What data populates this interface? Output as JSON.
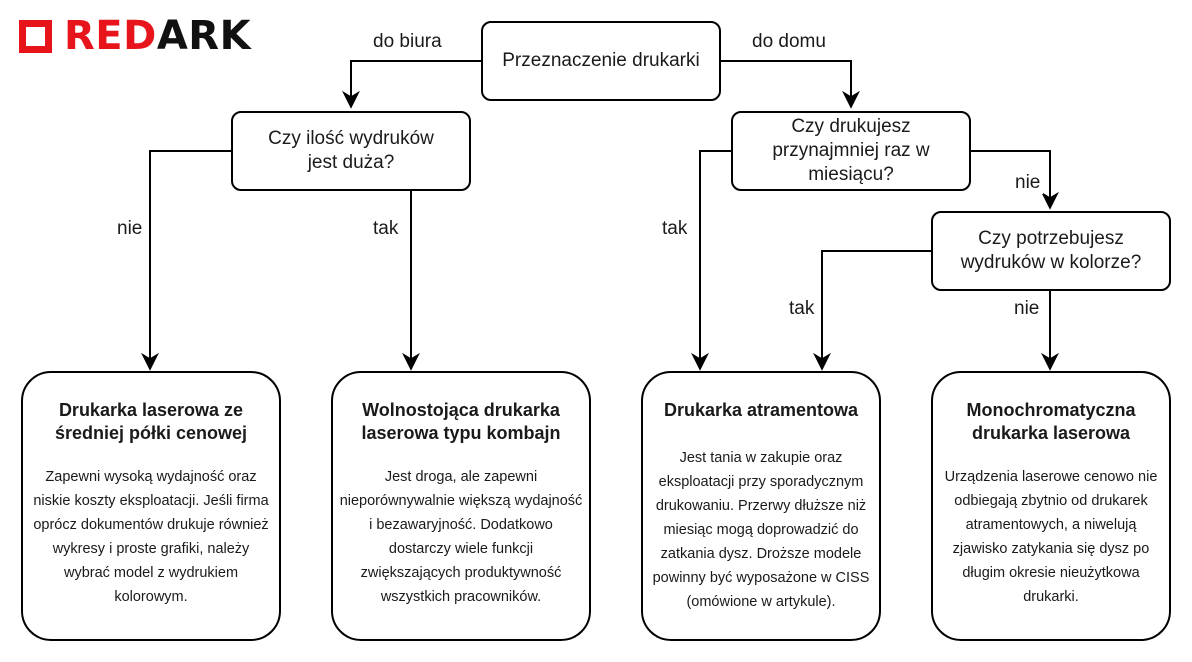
{
  "brand": {
    "red_part": "RED",
    "black_part": "ARK",
    "accent": "#e8141b"
  },
  "nodes": {
    "root": "Przeznaczenie drukarki",
    "q_volume": "Czy ilość wydruków jest duża?",
    "q_monthly": "Czy drukujesz przynajmniej raz w miesiącu?",
    "q_color": "Czy potrzebujesz wydruków w kolorze?"
  },
  "edge_labels": {
    "office": "do biura",
    "home": "do domu",
    "volume_no": "nie",
    "volume_yes": "tak",
    "monthly_yes": "tak",
    "monthly_no": "nie",
    "color_yes": "tak",
    "color_no": "nie"
  },
  "leaves": [
    {
      "title": "Drukarka laserowa ze średniej półki cenowej",
      "text": "Zapewni wysoką wydajność oraz niskie koszty eksploatacji. Jeśli firma oprócz dokumentów drukuje również wykresy i proste grafiki, należy wybrać model z wydrukiem kolorowym."
    },
    {
      "title": "Wolnostojąca drukarka laserowa typu kombajn",
      "text": "Jest droga, ale zapewni nieporównywalnie większą wydajność i bezawaryjność. Dodatkowo dostarczy wiele funkcji zwiększających produktywność wszystkich pracowników."
    },
    {
      "title": "Drukarka atramentowa",
      "text": "Jest tania w zakupie oraz eksploatacji przy sporadycznym drukowaniu. Przerwy dłuższe niż miesiąc mogą doprowadzić do zatkania dysz. Droższe modele powinny być wyposażone w CISS (omówione w artykule)."
    },
    {
      "title": "Monochromatyczna drukarka laserowa",
      "text": "Urządzenia laserowe cenowo nie odbiegają zbytnio od drukarek atramentowych, a niwelują zjawisko zatykania się dysz po długim okresie nieużytkowa drukarki."
    }
  ]
}
